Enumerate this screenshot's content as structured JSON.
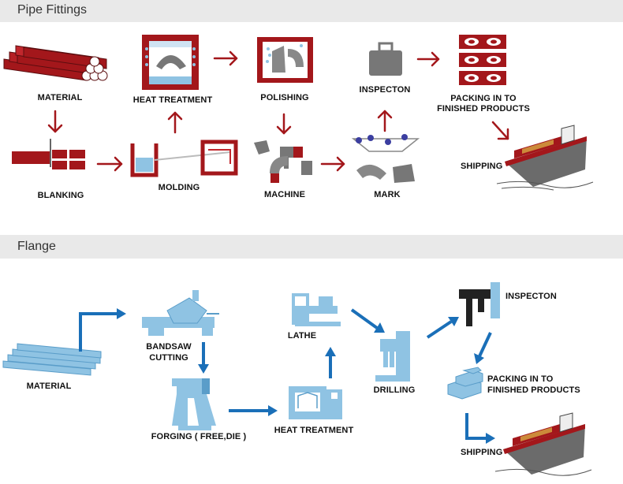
{
  "sections": {
    "pipe_fittings": {
      "title": "Pipe Fittings",
      "steps": {
        "material": "MATERIAL",
        "heat_treatment": "HEAT TREATMENT",
        "polishing": "POLISHING",
        "inspection": "INSPECTON",
        "packing_line1": "PACKING IN TO",
        "packing_line2": "FINISHED PRODUCTS",
        "blanking": "BLANKING",
        "molding": "MOLDING",
        "machine": "MACHINE",
        "mark": "MARK",
        "shipping": "SHIPPING"
      }
    },
    "flange": {
      "title": "Flange",
      "steps": {
        "material": "MATERIAL",
        "bandsaw_line1": "BANDSAW",
        "bandsaw_line2": "CUTTING",
        "forging": "FORGING ( FREE,DIE )",
        "heat_treatment": "HEAT TREATMENT",
        "lathe": "LATHE",
        "drilling": "DRILLING",
        "inspection": "INSPECTON",
        "packing_line1": "PACKING IN TO",
        "packing_line2": "FINISHED PRODUCTS",
        "shipping": "SHIPPING"
      }
    }
  },
  "colors": {
    "pipe_accent": "#a3171b",
    "flange_accent": "#1a6fb8",
    "equipment_blue": "#8fc3e3",
    "section_bar": "#e9e9e9"
  }
}
